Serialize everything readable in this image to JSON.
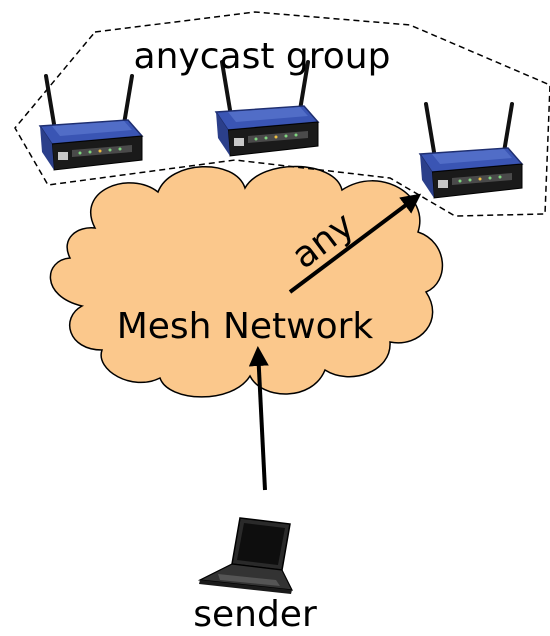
{
  "labels": {
    "group": "anycast group",
    "network": "Mesh Network",
    "arrow": "any",
    "sender": "sender"
  },
  "colors": {
    "cloud_fill": "#FBC88C",
    "cloud_stroke": "#000000",
    "router_body": "#3A55B4",
    "router_front": "#1A1A1A",
    "laptop": "#2A2A2A",
    "arrow": "#000000"
  },
  "icons": {
    "routers": [
      "wireless-router-icon",
      "wireless-router-icon",
      "wireless-router-icon"
    ],
    "sender": "laptop-icon"
  }
}
